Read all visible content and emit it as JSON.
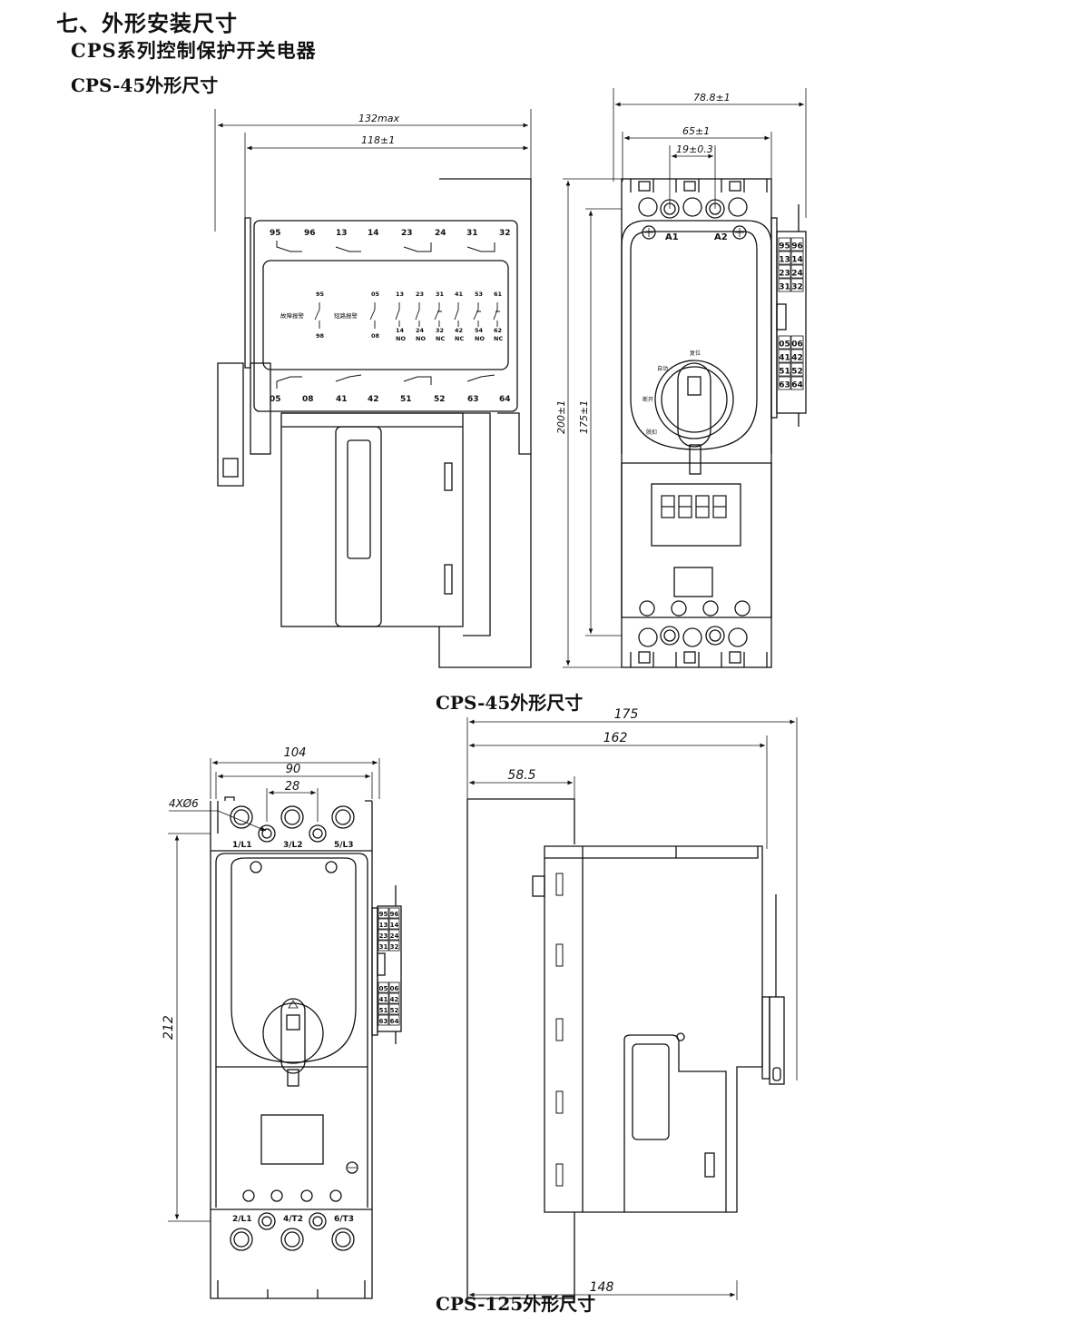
{
  "header": {
    "section_title": "七、外形安装尺寸",
    "series_title": "CPS系列控制保护开关电器",
    "model_title": "CPS-45外形尺寸"
  },
  "cps45": {
    "caption": "CPS-45外形尺寸",
    "side_view": {
      "dims": {
        "max_depth": "132max",
        "depth": "118±1"
      },
      "top_terminals": [
        "95",
        "96",
        "13",
        "14",
        "23",
        "24",
        "31",
        "32"
      ],
      "bottom_terminals": [
        "05",
        "08",
        "41",
        "42",
        "51",
        "52",
        "63",
        "64"
      ],
      "fault_alarm_label": "故障报警",
      "short_circuit_alarm_label": "短路报警",
      "schematic_top": [
        "95",
        "05",
        "13",
        "23",
        "31",
        "41",
        "53",
        "61"
      ],
      "schematic_bottom": [
        "98",
        "08",
        "14",
        "24",
        "32",
        "42",
        "54",
        "62"
      ],
      "schematic_type": [
        "NO",
        "NO",
        "NC",
        "NC",
        "NO",
        "NC"
      ]
    },
    "front_view": {
      "dims": {
        "width": "78.8±1",
        "mount_spacing": "65±1",
        "terminal_pitch": "19±0.3",
        "height": "200±1",
        "body_height": "175±1"
      },
      "coil_labels": [
        "A1",
        "A2"
      ],
      "aux_terminals_upper": [
        "95",
        "96",
        "13",
        "14",
        "23",
        "24",
        "31",
        "32"
      ],
      "aux_terminals_lower": [
        "05",
        "06",
        "41",
        "42",
        "51",
        "52",
        "63",
        "64"
      ],
      "knob_labels": [
        "断开",
        "自动",
        "脱扣",
        "复位"
      ]
    }
  },
  "cps125": {
    "caption": "CPS-125外形尺寸",
    "front_view": {
      "dims": {
        "width": "104",
        "mount_spacing": "90",
        "terminal_pitch": "28",
        "height": "212",
        "holes": "4XØ6"
      },
      "top_terminals": [
        "1/L1",
        "3/L2",
        "5/L3"
      ],
      "bottom_terminals": [
        "2/L1",
        "4/T2",
        "6/T3"
      ],
      "aux_terminals_upper": [
        "95",
        "96",
        "13",
        "14",
        "23",
        "24",
        "31",
        "32"
      ],
      "aux_terminals_lower": [
        "05",
        "06",
        "41",
        "42",
        "51",
        "52",
        "63",
        "64"
      ]
    },
    "side_view": {
      "dims": {
        "max_depth": "175",
        "depth": "162",
        "rail_offset": "58.5",
        "base_depth": "148"
      }
    }
  }
}
